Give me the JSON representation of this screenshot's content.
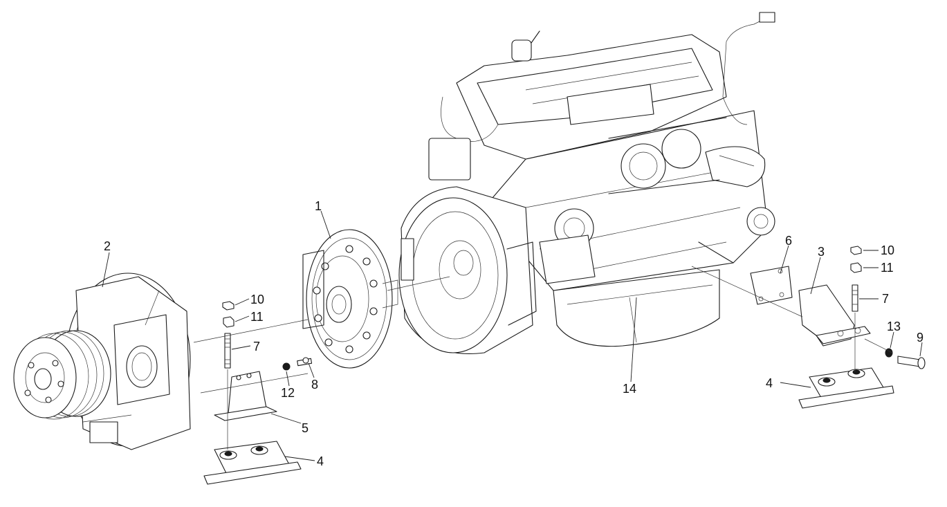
{
  "callouts": {
    "c1": "1",
    "c2": "2",
    "c3": "3",
    "c4a": "4",
    "c4b": "4",
    "c5": "5",
    "c6": "6",
    "c7a": "7",
    "c7b": "7",
    "c8": "8",
    "c9": "9",
    "c10a": "10",
    "c10b": "10",
    "c11a": "11",
    "c11b": "11",
    "c12": "12",
    "c13": "13",
    "c14": "14"
  }
}
